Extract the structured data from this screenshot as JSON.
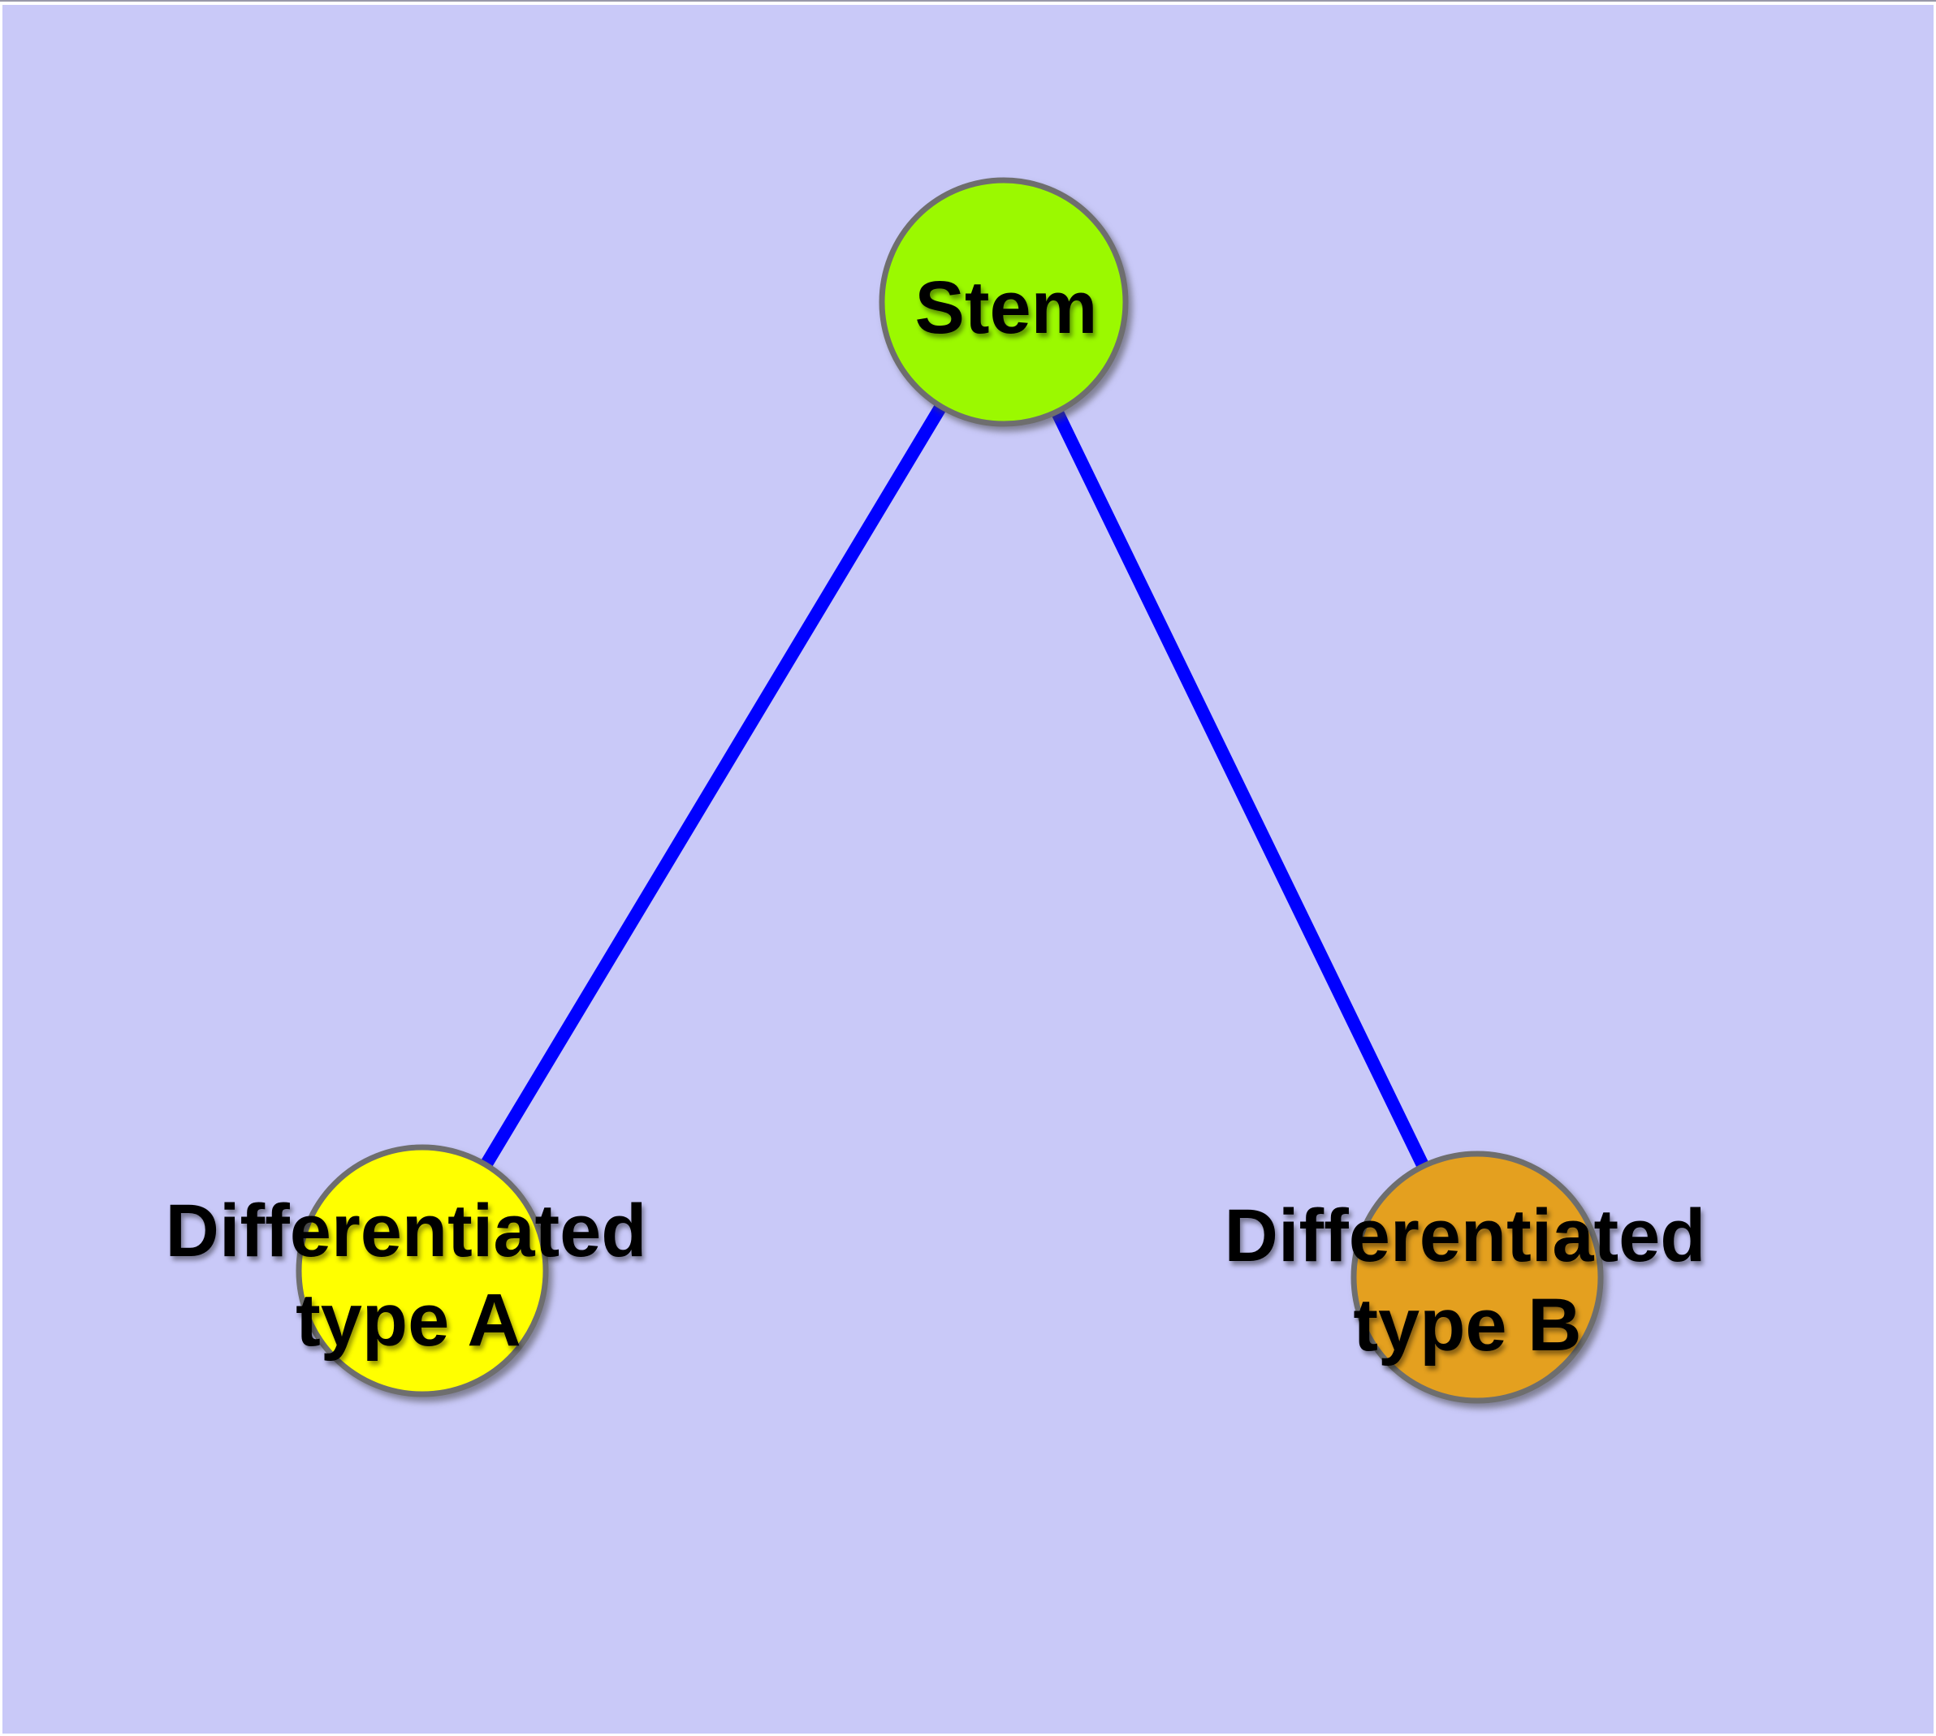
{
  "figure": {
    "panel_background_color": "#c9c9f8",
    "frame_color": "#ffffff",
    "top_hairline_color": "#9898a8",
    "edge_color": "#0000ff",
    "node_border_color": "#6e6e6e",
    "label_color": "#000000",
    "nodes": [
      {
        "id": "stem",
        "lines": [
          "Stem"
        ],
        "fill": "#9bf900"
      },
      {
        "id": "differentiated-type-a",
        "lines": [
          "Differentiated",
          "type A"
        ],
        "fill": "#ffff00"
      },
      {
        "id": "differentiated-type-b",
        "lines": [
          "Differentiated",
          "type B"
        ],
        "fill": "#e4a01f"
      }
    ],
    "edges": [
      {
        "from": "stem",
        "to": "differentiated-type-a"
      },
      {
        "from": "stem",
        "to": "differentiated-type-b"
      }
    ]
  }
}
